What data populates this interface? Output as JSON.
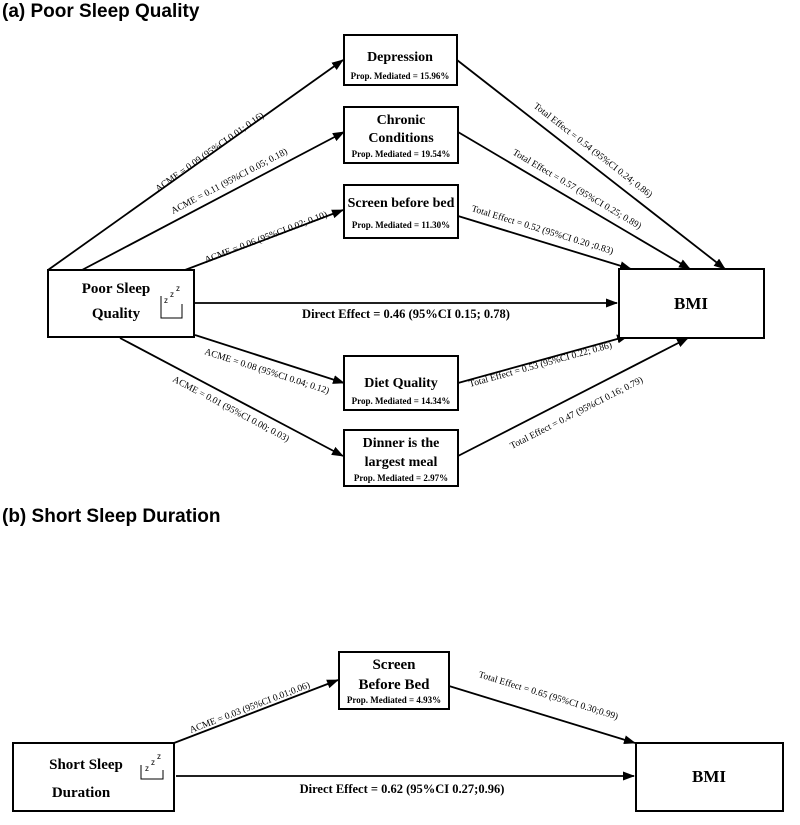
{
  "panel_a": {
    "title": "(a) Poor Sleep Quality",
    "exposure": {
      "line1": "Poor Sleep",
      "line2": "Quality",
      "icon": "sleep-zzz-icon"
    },
    "outcome": "BMI",
    "direct_effect": "Direct Effect = 0.46 (95%CI 0.15; 0.78)",
    "mediators": [
      {
        "line1": "Depression",
        "line2": "",
        "prop": "Prop. Mediated = 15.96%",
        "acme": "ACME = 0.09 (95%CI 0.01; 0.16)",
        "total": "Total Effect = 0.54 (95%CI 0.24; 0.86)"
      },
      {
        "line1": "Chronic",
        "line2": "Conditions",
        "prop": "Prop. Mediated = 19.54%",
        "acme": "ACME = 0.11  (95%CI 0.05; 0.18)",
        "total": "Total Effect = 0.57 (95%CI 0.25; 0.89)"
      },
      {
        "line1": "Screen before bed",
        "line2": "",
        "prop": "Prop. Mediated = 11.30%",
        "acme": "ACME = 0.06 (95%CI 0.02; 0.10)",
        "total": "Total Effect = 0.52 (95%CI 0.20 ;0.83)"
      },
      {
        "line1": "Diet Quality",
        "line2": "",
        "prop": "Prop. Mediated = 14.34%",
        "acme": "ACME = 0.08 (95%CI 0.04; 0.12)",
        "total": "Total Effect = 0.53 (95%CI 0.22; 0.86)"
      },
      {
        "line1": "Dinner is the",
        "line2": "largest meal",
        "prop": "Prop. Mediated = 2.97%",
        "acme": "ACME = 0.01 (95%CI 0.00; 0.03)",
        "total": "Total Effect = 0.47 (95%CI 0.16; 0.79)"
      }
    ]
  },
  "panel_b": {
    "title": "(b) Short Sleep Duration",
    "exposure": {
      "line1": "Short Sleep",
      "line2": "Duration",
      "icon": "sleep-zzz-icon"
    },
    "outcome": "BMI",
    "direct_effect": "Direct Effect = 0.62 (95%CI 0.27;0.96)",
    "mediator": {
      "line1": "Screen",
      "line2": "Before Bed",
      "prop": "Prop. Mediated = 4.93%",
      "acme": "ACME = 0.03 (95%CI 0.01;0.06)",
      "total": "Total Effect = 0.65 (95%CI 0.30;0.99)"
    }
  },
  "colors": {
    "ink": "#000000",
    "background": "#ffffff"
  }
}
